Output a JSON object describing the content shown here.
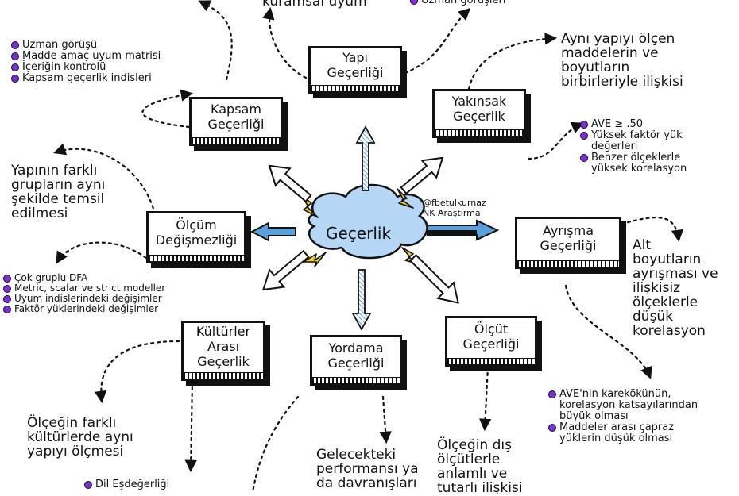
{
  "center": {
    "label": "Geçerlik"
  },
  "credit": {
    "handle": "@fbetulkurnaz",
    "org": "NK Araştırma"
  },
  "boxes": {
    "yapi": [
      "Yapı",
      "Geçerliği"
    ],
    "kapsam": [
      "Kapsam",
      "Geçerliği"
    ],
    "yakinsak": [
      "Yakınsak",
      "Geçerlik"
    ],
    "olcum": [
      "Ölçüm",
      "Değişmezliği"
    ],
    "ayrisma": [
      "Ayrışma",
      "Geçerliği"
    ],
    "kulturler": [
      "Kültürler",
      "Arası",
      "Geçerlik"
    ],
    "yordama": [
      "Yordama",
      "Geçerliği"
    ],
    "olcut": [
      "Ölçüt",
      "Geçerliği"
    ]
  },
  "top_texts": {
    "kuramsal": "kuramsal uyum",
    "uzman": "Uzman görüşleri"
  },
  "kapsam_list": [
    "Uzman görüşü",
    "Madde-amaç uyum matrisi",
    "İçeriğin kontrolü",
    "Kapsam geçerlik indisleri"
  ],
  "yakinsak_desc": [
    "Aynı yapıyı ölçen",
    "maddelerin ve",
    "boyutların",
    "birbirleriyle ilişkisi"
  ],
  "yakinsak_list": [
    "AVE ≥ .50",
    "Yüksek faktör yük",
    "değerleri",
    "Benzer ölçeklerle",
    "yüksek korelasyon"
  ],
  "olcum_desc": [
    "Yapının farklı",
    "grupların aynı",
    "şekilde temsil",
    "edilmesi"
  ],
  "olcum_list": [
    "Çok gruplu DFA",
    "Metric, scalar ve strict modeller",
    "Uyum indislerindeki değişimler",
    "Faktör yüklerindeki değişimler"
  ],
  "ayrisma_desc": [
    "Alt",
    "boyutların",
    "ayrışması ve",
    "ilişkisiz",
    "ölçeklerle",
    "düşük",
    "korelasyon"
  ],
  "ayrisma_list": [
    "AVE'nin karekökünün,",
    "korelasyon katsayılarından",
    "büyük olması",
    "Maddeler arası çapraz",
    "yüklerin düşük olması"
  ],
  "kulturler_desc": [
    "Ölçeğin farklı",
    "kültürlerde aynı",
    "yapıyı ölçmesi"
  ],
  "kulturler_list": [
    "Dil Eşdeğerliği"
  ],
  "yordama_desc": [
    "Gelecekteki",
    "performansı ya",
    "da davranışları"
  ],
  "olcut_desc": [
    "Ölçeğin dış",
    "ölçütlerle",
    "anlamlı ve",
    "tutarlı ilişkisi"
  ]
}
